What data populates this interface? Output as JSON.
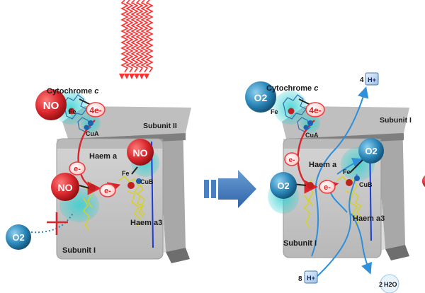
{
  "colors": {
    "protein_face": "#c8c8c8",
    "protein_shade": "#8f8f8f",
    "no_red": "#d8262c",
    "oxygen_cyan": "#2a86b8",
    "glow_cyan": "#35d0d0",
    "electron_pink": "#ee3b3b",
    "haem_yellow": "#d8d21a",
    "light_red": "#ff3030",
    "proton_flow": "#2f8fd8"
  },
  "left_panel": {
    "cytochrome_label": "Cytochrome ",
    "cytochrome_c": "c",
    "no_top": "NO",
    "fe_top": "Fe",
    "four_e": "4e-",
    "cua": "CuA",
    "subunit_ii": "Subunit II",
    "haem_a": "Haem a",
    "e_mid": "e-",
    "fe_right": "Fe",
    "no_right": "NO",
    "cub": "CuB",
    "no_left": "NO",
    "e_low": "e-",
    "haem_a3": "Haem a3",
    "o2": "O2",
    "subunit_i": "Subunit I"
  },
  "right_panel": {
    "proton_out_count": "4",
    "proton_out": "H+",
    "cytochrome_label": "Cytochrome ",
    "cytochrome_c": "c",
    "o2_top": "O2",
    "fe_top": "Fe",
    "four_e": "4e-",
    "cua": "CuA",
    "subunit_ii": "Subunit I",
    "e_mid": "e-",
    "haem_a": "Haem a",
    "fe_right": "Fe",
    "o2_right": "O2",
    "cub": "CuB",
    "o2_left": "O2",
    "e_low": "e-",
    "haem_a3": "Haem a3",
    "subunit_i": "Subunit I",
    "proton_in_count": "8",
    "proton_in": "H+",
    "water_count": "2",
    "water": "H2O"
  },
  "icons": [
    "light-wave-icon",
    "process-arrow-icon",
    "inhibition-cross-icon"
  ]
}
